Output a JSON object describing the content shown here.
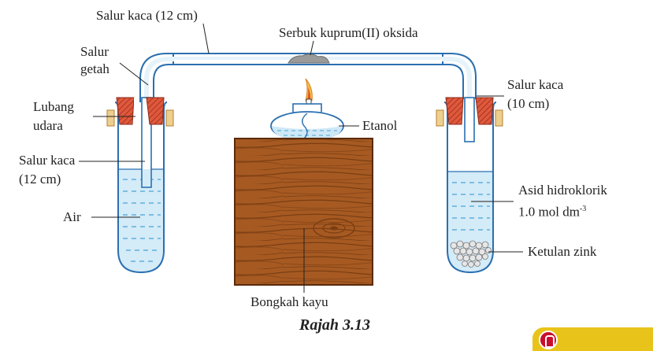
{
  "diagram": {
    "labels": {
      "glass_tube_top": "Salur kaca (12 cm)",
      "copper_oxide": "Serbuk kuprum(II) oksida",
      "rubber_tube_1": "Salur",
      "rubber_tube_2": "getah",
      "glass_tube_right_1": "Salur kaca",
      "glass_tube_right_2": "(10 cm)",
      "air_hole_1": "Lubang",
      "air_hole_2": "udara",
      "ethanol": "Etanol",
      "glass_tube_left_1": "Salur kaca",
      "glass_tube_left_2": "(12 cm)",
      "acid_1": "Asid hidroklorik",
      "acid_2_main": "1.0 mol dm",
      "acid_2_sup": "-3",
      "water": "Air",
      "zinc": "Ketulan zink",
      "wood_block": "Bongkah kayu"
    },
    "caption": "Rajah 3.13",
    "colors": {
      "glass_outline": "#2a6fb0",
      "liquid": "#cfe8f7",
      "liquid_dash": "#4aa3d6",
      "stopper": "#d9442c",
      "wood": "#a0521d",
      "clip": "#e8c07a",
      "badge": "#e8c41a"
    }
  }
}
